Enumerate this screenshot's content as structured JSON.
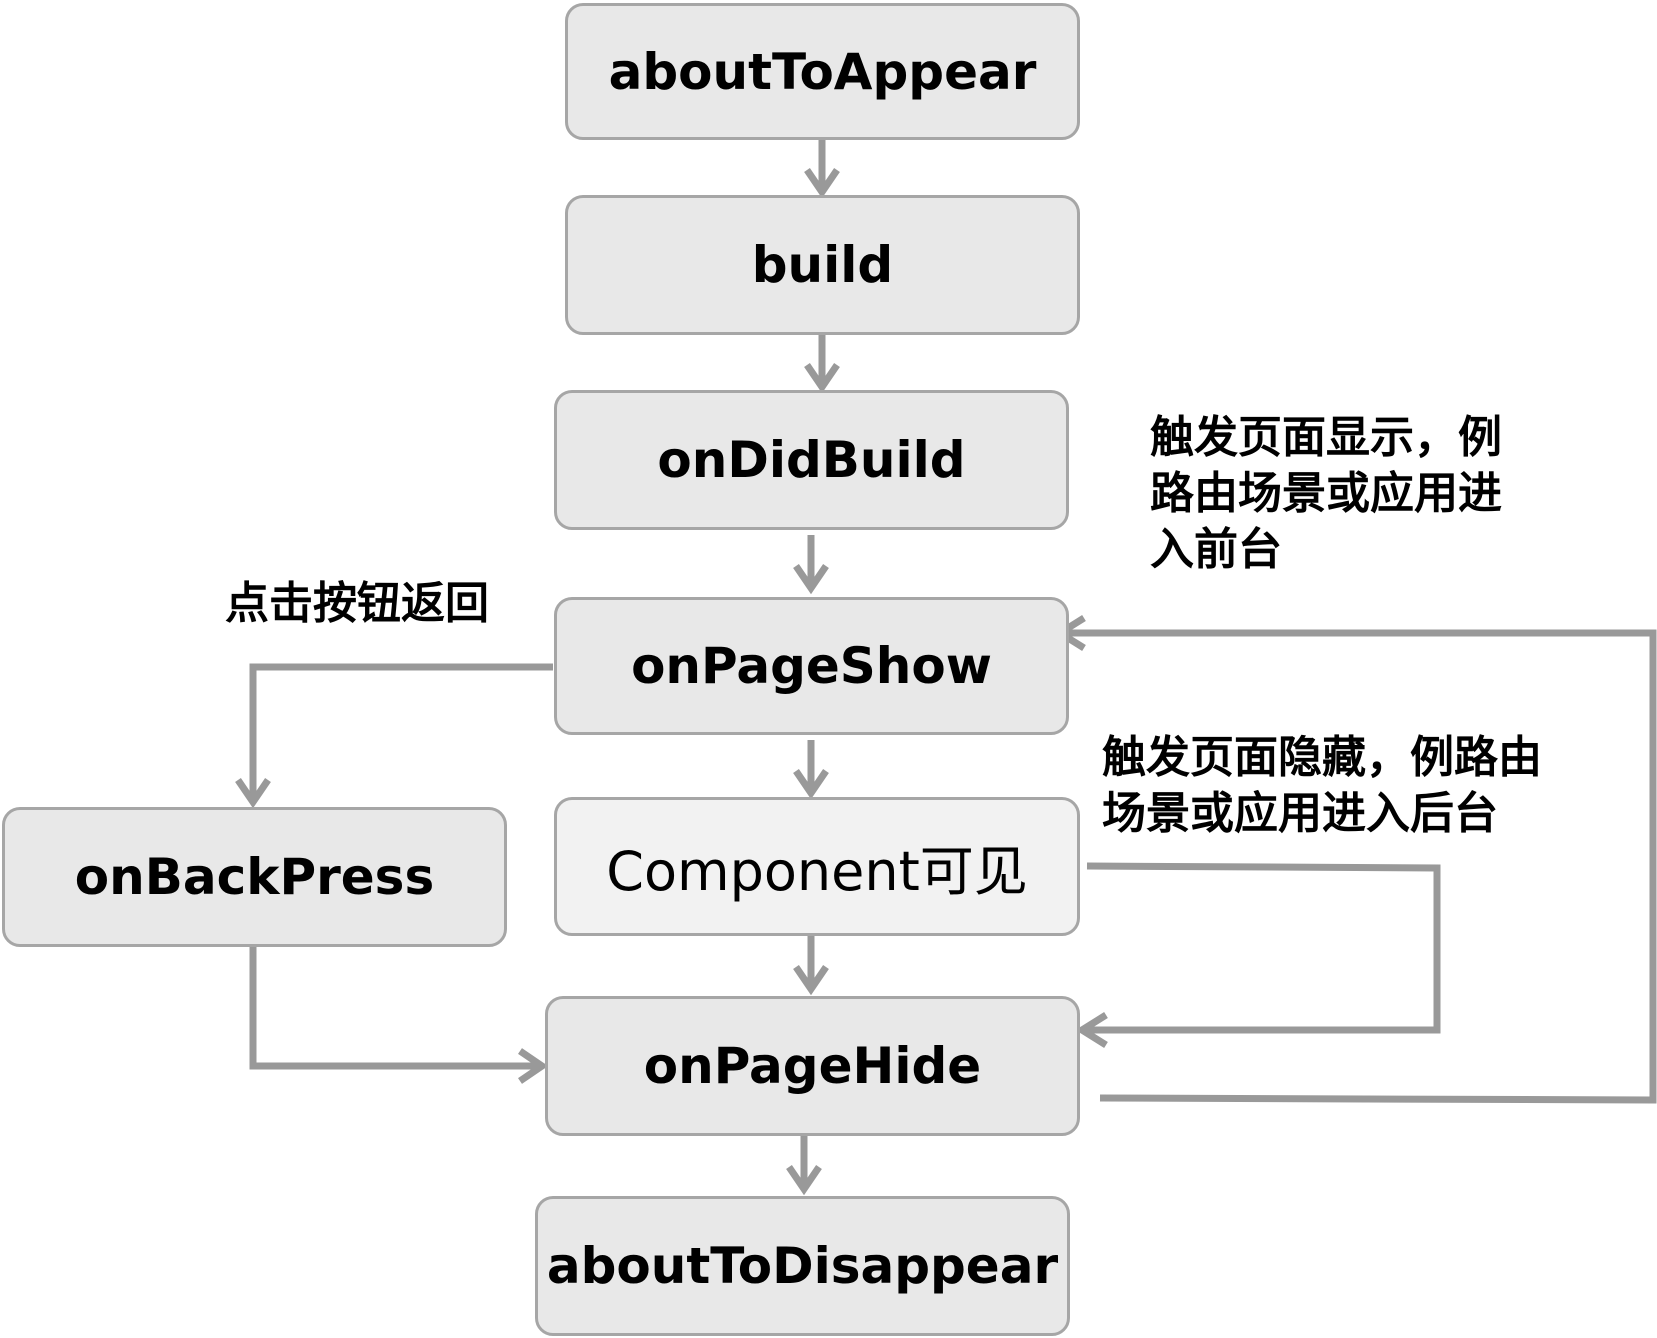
{
  "nodes": {
    "about_to_appear": "aboutToAppear",
    "build": "build",
    "on_did_build": "onDidBuild",
    "on_page_show": "onPageShow",
    "component_visible": "Component可见",
    "on_back_press": "onBackPress",
    "on_page_hide": "onPageHide",
    "about_to_disappear": "aboutToDisappear"
  },
  "notes": {
    "page_show_trigger": [
      "触发页面显示，例",
      "路由场景或应用进",
      "入前台"
    ],
    "page_hide_trigger": [
      "触发页面隐藏，例路由",
      "场景或应用进入后台"
    ],
    "back_button": "点击按钮返回"
  },
  "colors": {
    "node_fill": "#e8e8e8",
    "node_fill_light": "#f2f2f2",
    "node_border": "#a6a6a6",
    "arrow": "#999999",
    "text": "#000000"
  }
}
